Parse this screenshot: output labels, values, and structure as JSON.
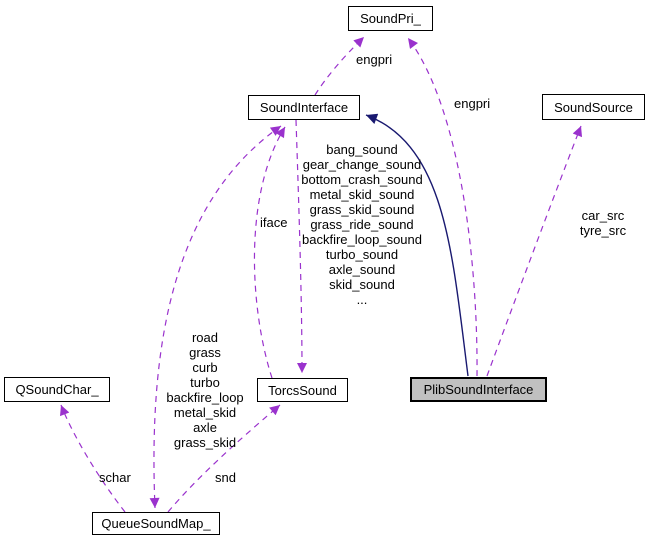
{
  "colors": {
    "usage": "#9a32cd",
    "inheritance": "#191970",
    "node_fill": "#ffffff",
    "focus_fill": "#c0c0c0",
    "node_border": "#000000",
    "text": "#000000",
    "background": "#ffffff"
  },
  "nodes": {
    "soundpri": {
      "label": "SoundPri_"
    },
    "soundinterface": {
      "label": "SoundInterface"
    },
    "soundsource": {
      "label": "SoundSource"
    },
    "qsoundchar": {
      "label": "QSoundChar_"
    },
    "torcssound": {
      "label": "TorcsSound"
    },
    "plibsoundinterface": {
      "label": "PlibSoundInterface"
    },
    "queuesoundmap": {
      "label": "QueueSoundMap_"
    }
  },
  "edge_labels": {
    "engpri_from_soundinterface": "engpri",
    "engpri_from_plibsoundinterface": "engpri",
    "iface": "iface",
    "schar": "schar",
    "snd": "snd",
    "torcssound_members_of_soundinterface": [
      "bang_sound",
      "gear_change_sound",
      "bottom_crash_sound",
      "metal_skid_sound",
      "grass_skid_sound",
      "grass_ride_sound",
      "backfire_loop_sound",
      "turbo_sound",
      "axle_sound",
      "skid_sound",
      "..."
    ],
    "queuesoundmap_members_of_soundinterface": [
      "road",
      "grass",
      "curb",
      "turbo",
      "backfire_loop",
      "metal_skid",
      "axle",
      "grass_skid"
    ],
    "soundsource_members_of_plibsoundinterface": [
      "car_src",
      "tyre_src"
    ]
  }
}
